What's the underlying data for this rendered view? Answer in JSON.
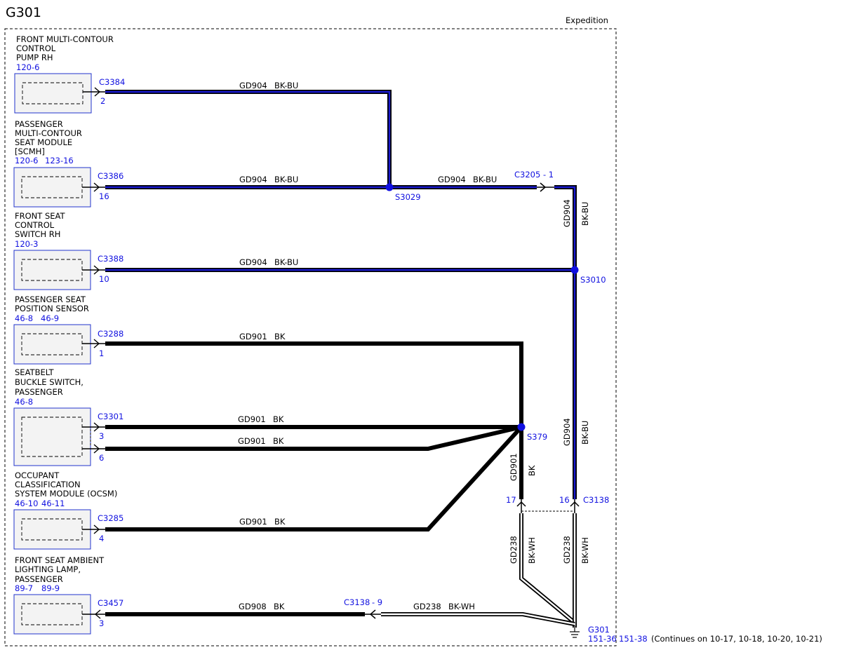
{
  "diagram": {
    "title": "G301",
    "vehicle": "Expedition",
    "colors": {
      "ground_lead": "#1010e0",
      "wire_black": "#000000",
      "wire_blue": "#1a1ad0",
      "box_fill": "#f3f3f3",
      "box_border": "#2233cc"
    },
    "components": [
      {
        "id": "pump",
        "name_lines": [
          "FRONT MULTI-CONTOUR",
          "CONTROL",
          "PUMP RH"
        ],
        "refs": [
          "120-6"
        ],
        "connector": "C3384",
        "pins": [
          "2"
        ]
      },
      {
        "id": "scmh",
        "name_lines": [
          "PASSENGER",
          "MULTI-CONTOUR",
          "SEAT MODULE",
          "[SCMH]"
        ],
        "refs": [
          "120-6",
          "123-16"
        ],
        "connector": "C3386",
        "pins": [
          "16"
        ]
      },
      {
        "id": "switch",
        "name_lines": [
          "FRONT SEAT",
          "CONTROL",
          "SWITCH RH"
        ],
        "refs": [
          "120-3"
        ],
        "connector": "C3388",
        "pins": [
          "10"
        ]
      },
      {
        "id": "possensor",
        "name_lines": [
          "PASSENGER SEAT",
          "POSITION SENSOR"
        ],
        "refs": [
          "46-8",
          "46-9"
        ],
        "connector": "C3288",
        "pins": [
          "1"
        ]
      },
      {
        "id": "buckle",
        "name_lines": [
          "SEATBELT",
          "BUCKLE SWITCH,",
          "PASSENGER"
        ],
        "refs": [
          "46-8"
        ],
        "connector": "C3301",
        "pins": [
          "3",
          "6"
        ]
      },
      {
        "id": "ocsm",
        "name_lines": [
          "OCCUPANT",
          "CLASSIFICATION",
          "SYSTEM MODULE (OCSM)"
        ],
        "refs": [
          "46-10",
          "46-11"
        ],
        "connector": "C3285",
        "pins": [
          "4"
        ]
      },
      {
        "id": "lamp",
        "name_lines": [
          "FRONT SEAT AMBIENT",
          "LIGHTING LAMP,",
          "PASSENGER"
        ],
        "refs": [
          "89-7",
          "89-9"
        ],
        "connector": "C3457",
        "pins": [
          "3"
        ]
      }
    ],
    "wire_labels": {
      "pump": {
        "circuit": "GD904",
        "color": "BK-BU"
      },
      "scmh": {
        "circuit": "GD904",
        "color": "BK-BU"
      },
      "s3029_out": {
        "circuit": "GD904",
        "color": "BK-BU"
      },
      "switch": {
        "circuit": "GD904",
        "color": "BK-BU"
      },
      "c3205_down": {
        "circuit": "GD904",
        "color": "BK-BU"
      },
      "s3010_down": {
        "circuit": "GD904",
        "color": "BK-BU"
      },
      "possensor": {
        "circuit": "GD901",
        "color": "BK"
      },
      "buckle3": {
        "circuit": "GD901",
        "color": "BK"
      },
      "buckle6": {
        "circuit": "GD901",
        "color": "BK"
      },
      "ocsm": {
        "circuit": "GD901",
        "color": "BK"
      },
      "s379_down": {
        "circuit": "GD901",
        "color": "BK"
      },
      "gnd17": {
        "circuit": "GD238",
        "color": "BK-WH"
      },
      "gnd16": {
        "circuit": "GD238",
        "color": "BK-WH"
      },
      "lamp_harness": {
        "circuit": "GD238",
        "color": "BK-WH"
      },
      "lamp": {
        "circuit": "GD908",
        "color": "BK"
      }
    },
    "splices": [
      "S3029",
      "S3010",
      "S379"
    ],
    "inline_connectors": {
      "c3205": {
        "name": "C3205",
        "pin": "- 1"
      },
      "c3138_lamp": {
        "name": "C3138",
        "pin": "- 9"
      },
      "c3138_main": {
        "name": "C3138",
        "pins": [
          "17",
          "16"
        ]
      }
    },
    "ground": {
      "name": "G301",
      "refs": [
        "151-36",
        "151-38"
      ],
      "note": "(Continues on 10-17, 10-18, 10-20, 10-21)"
    }
  }
}
